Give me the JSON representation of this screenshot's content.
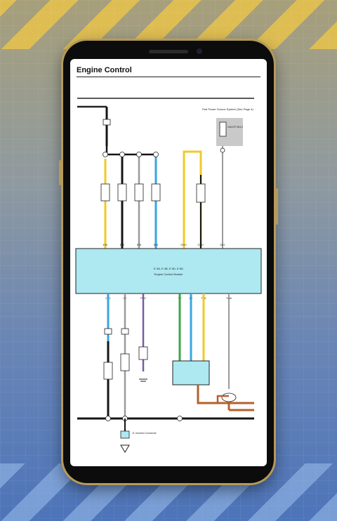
{
  "app": {
    "page_title": "Engine Control"
  },
  "diagram": {
    "power_source_label": "Part Power Source System (See Page 4)",
    "fuse_label": "10A EFI NO.2",
    "ecm_model": "E 3A, E 4B, E 5D, E 6D",
    "ecm_name": "Engine Control Module",
    "top_pins": [
      "E10",
      "E02",
      "E03",
      "E04",
      "OX1+",
      "OX1+",
      "EU2"
    ],
    "bottom_pins": [
      "OC1",
      "E2",
      "PRG",
      "VC",
      "E2",
      "THA",
      "THW"
    ],
    "dlc_label": "J1 Junction Connector"
  },
  "colors": {
    "ecm_fill": "#aee8f0",
    "yellow": "#f0c92a",
    "blue": "#3aa5e0",
    "green": "#3ea44a",
    "brown": "#b5602a",
    "purple": "#7a5aa8",
    "black": "#151515",
    "gray": "#9a9a9a"
  }
}
